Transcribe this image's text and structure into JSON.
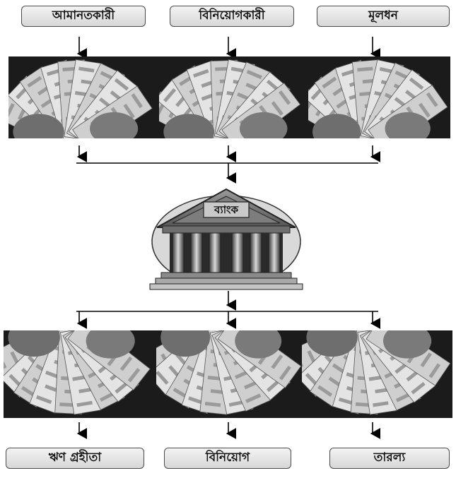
{
  "inputs": [
    {
      "label": "আমানতকারী"
    },
    {
      "label": "বিনিয়োগকারী"
    },
    {
      "label": "মূলধন"
    }
  ],
  "bank": {
    "label": "ব্যাংক"
  },
  "outputs": [
    {
      "label": "ঋণ গ্রহীতা"
    },
    {
      "label": "বিনিয়োগ"
    },
    {
      "label": "তারল্য"
    }
  ],
  "photos": {
    "top": [
      "money-photo",
      "money-photo",
      "money-photo"
    ],
    "bottom": [
      "money-photo",
      "money-photo",
      "money-photo"
    ]
  }
}
